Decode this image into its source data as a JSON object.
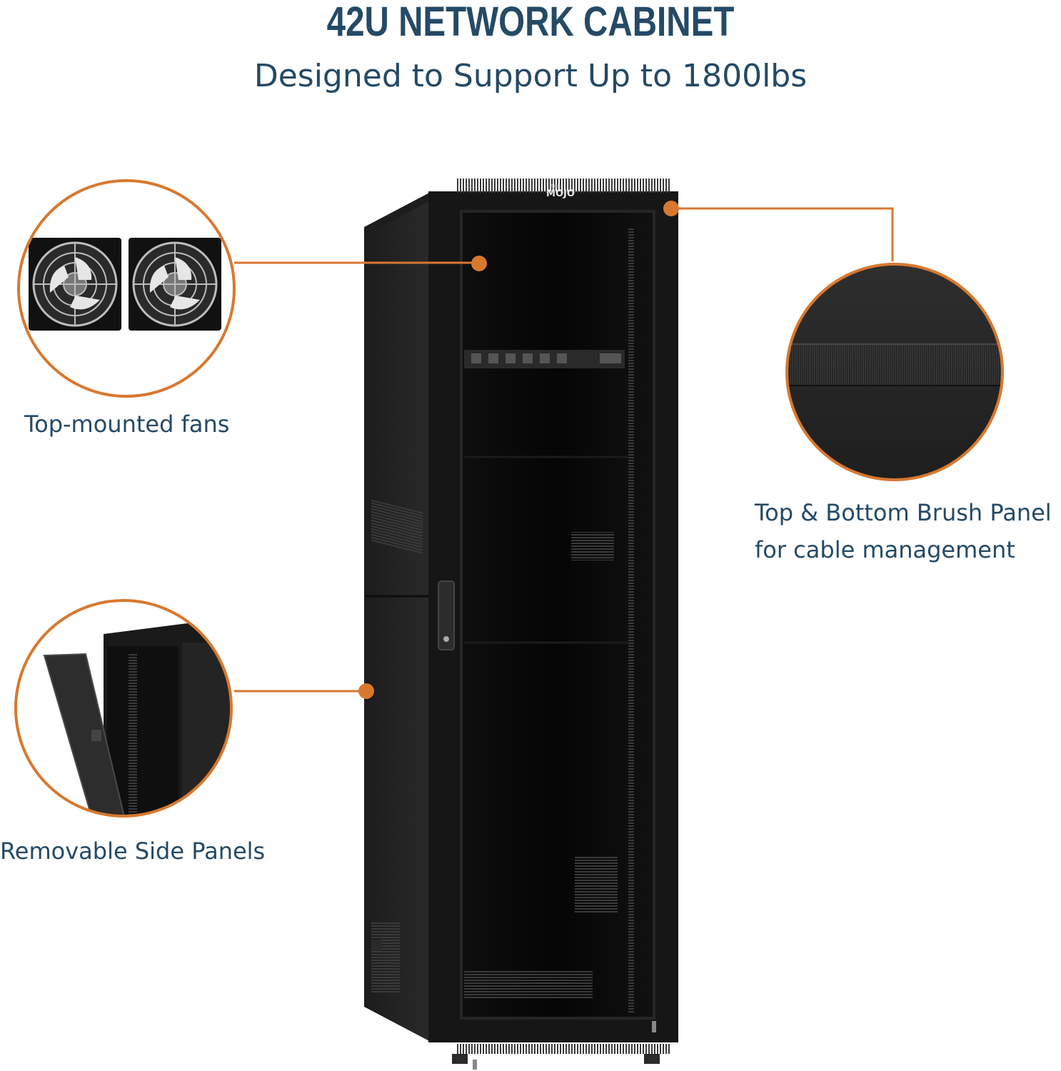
{
  "header": {
    "title": "42U NETWORK CABINET",
    "subtitle": "Designed to Support Up to 1800lbs"
  },
  "callouts": {
    "fans": {
      "label": "Top-mounted fans"
    },
    "side_panels": {
      "label": "Removable Side Panels"
    },
    "brush_panel": {
      "line1": "Top & Bottom Brush Panel",
      "line2": "for cable management"
    }
  },
  "product": {
    "logo_small": "THE",
    "logo_main": "MOJO"
  },
  "colors": {
    "accent_orange": "#d8782f",
    "heading_navy": "#244a66",
    "cabinet_black": "#141414"
  }
}
